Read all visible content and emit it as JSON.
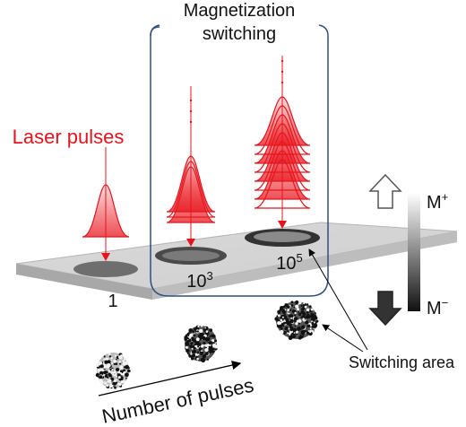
{
  "title": {
    "line1": "Magnetization",
    "line2": "switching"
  },
  "laser_label": "Laser pulses",
  "pulse_counts": {
    "spot1": "1",
    "spot2_base": "10",
    "spot2_exp": "3",
    "spot3_base": "10",
    "spot3_exp": "5"
  },
  "magnetization": {
    "m_plus_base": "M",
    "m_plus_sign": "+",
    "m_minus_base": "M",
    "m_minus_sign": "−"
  },
  "switching_area_label": "Switching area",
  "number_of_pulses_label": "Number of pulses",
  "colors": {
    "laser": "#e8141c",
    "box": "#2f4d8a",
    "arrow": "#000000"
  }
}
